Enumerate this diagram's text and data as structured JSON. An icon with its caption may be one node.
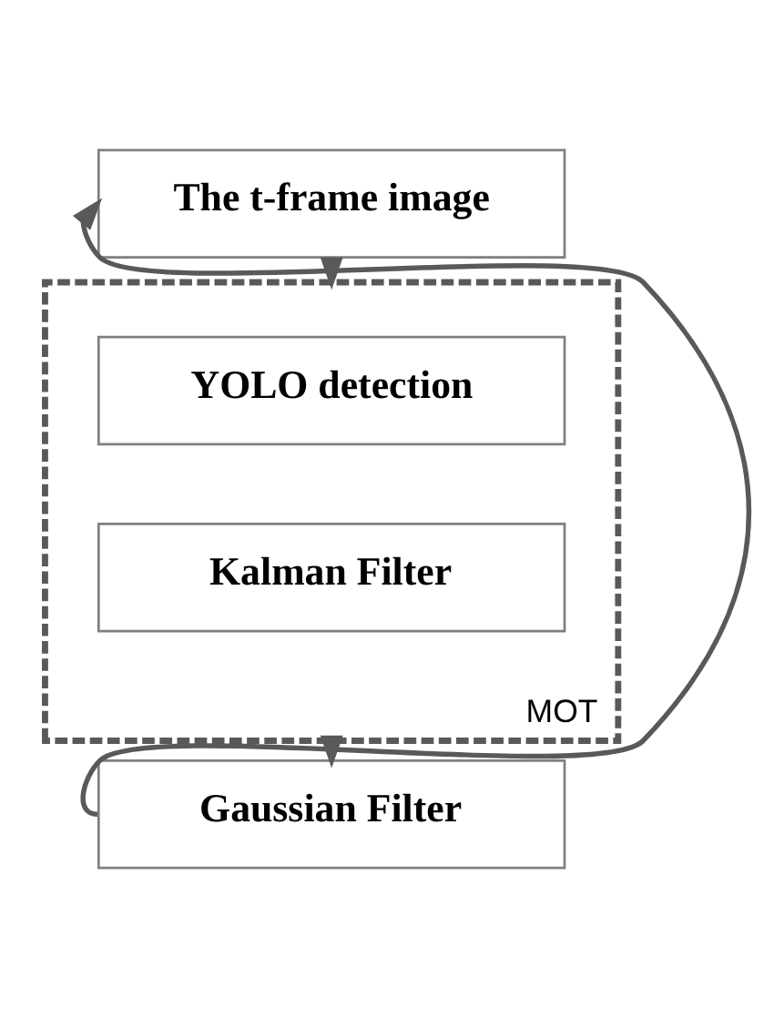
{
  "diagram": {
    "nodes": [
      {
        "text": [
          "The t-frame image"
        ]
      },
      {
        "text": [
          "MOT"
        ]
      },
      {
        "text": [
          "YOLO detection"
        ],
        "in": 1
      },
      {
        "text": [
          "Kalman Filter"
        ],
        "in": 1
      },
      {
        "text": [
          "Gaussian Filter"
        ]
      }
    ],
    "edges": [
      {
        "from": 0,
        "to": 1,
        "arrow": "to"
      },
      {
        "from": 1,
        "to": 4,
        "arrow": "to"
      },
      {
        "from": 4,
        "to": 0,
        "arrow": "to"
      }
    ]
  }
}
